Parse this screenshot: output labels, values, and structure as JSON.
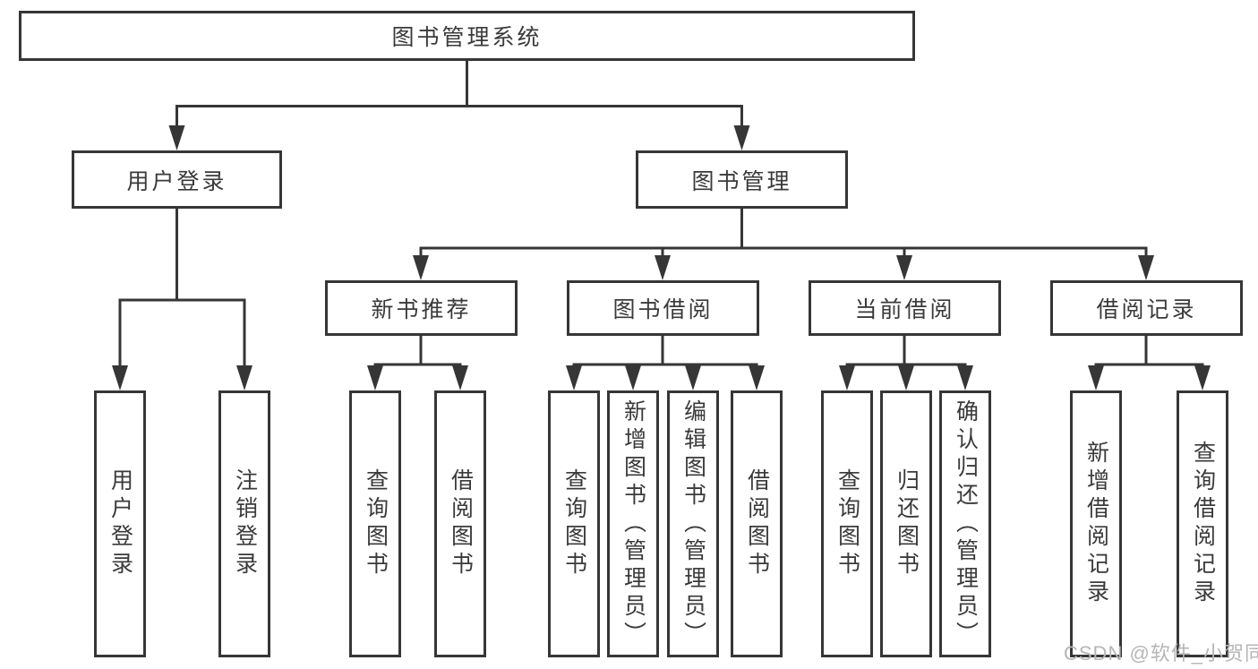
{
  "diagram": {
    "root": "图书管理系统",
    "level2": [
      "用户登录",
      "图书管理"
    ],
    "level3": [
      "新书推荐",
      "图书借阅",
      "当前借阅",
      "借阅记录"
    ],
    "leaves": {
      "user_login": [
        "用户登录",
        "注销登录"
      ],
      "new_book_recommend": [
        "查询图书",
        "借阅图书"
      ],
      "book_borrowing": [
        "查询图书",
        "新增图书（管理员）",
        "编辑图书（管理员）",
        "借阅图书"
      ],
      "current_borrowing": [
        "查询图书",
        "归还图书",
        "确认归还（管理员）"
      ],
      "borrowing_records": [
        "新增借阅记录",
        "查询借阅记录"
      ]
    }
  },
  "watermark": "CSDN @软件_小贺同学",
  "colors": {
    "line": "#363636",
    "text": "#3a3a3a",
    "watermark": "#b6b6b6",
    "background": "#ffffff"
  }
}
